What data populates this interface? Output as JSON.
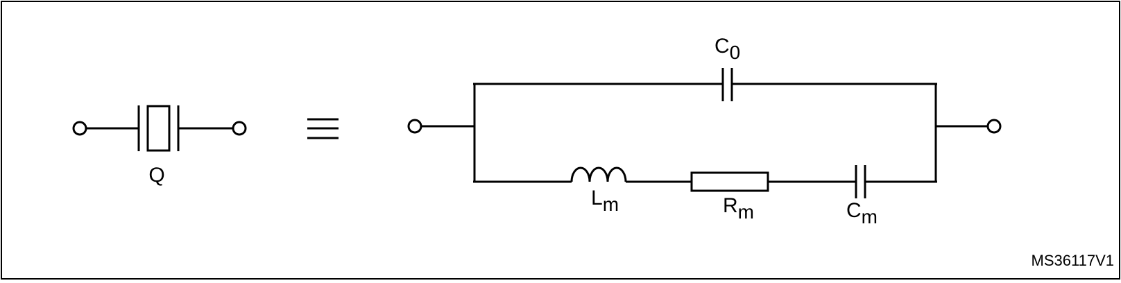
{
  "diagram": {
    "crystal_label": "Q",
    "equivalence_symbol": "≡",
    "components": {
      "c0": {
        "main": "C",
        "sub": "0"
      },
      "lm": {
        "main": "L",
        "sub": "m"
      },
      "rm": {
        "main": "R",
        "sub": "m"
      },
      "cm": {
        "main": "C",
        "sub": "m"
      }
    },
    "reference_code": "MS36117V1"
  },
  "colors": {
    "stroke": "#000000",
    "background": "#ffffff"
  }
}
